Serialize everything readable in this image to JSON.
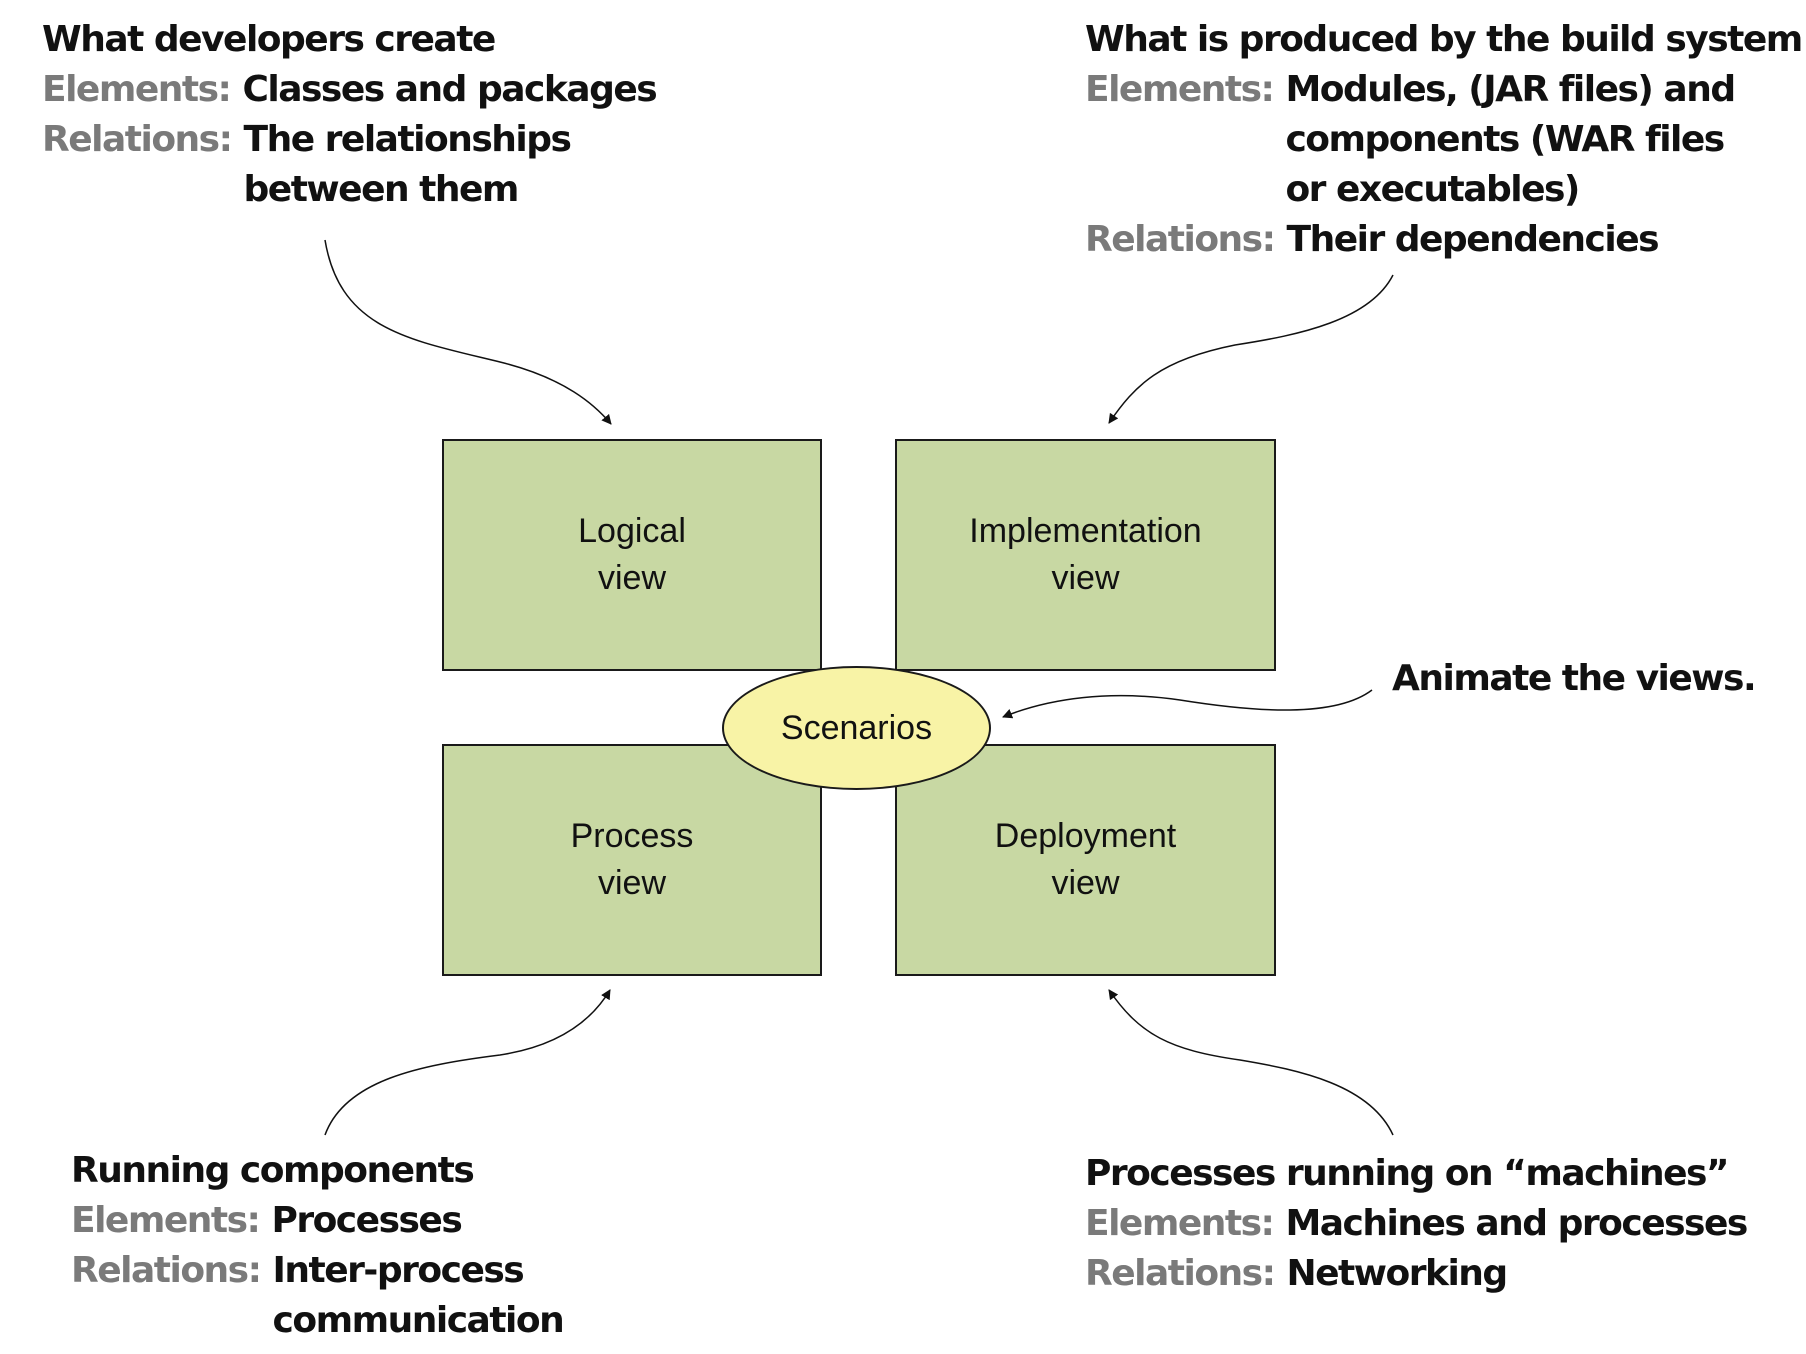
{
  "diagram": {
    "views": {
      "logical": [
        "Logical",
        "view"
      ],
      "implementation": [
        "Implementation",
        "view"
      ],
      "process": [
        "Process",
        "view"
      ],
      "deployment": [
        "Deployment",
        "view"
      ]
    },
    "scenarios": "Scenarios",
    "scenarios_note": "Animate the views.",
    "annotations": {
      "logical": {
        "heading": "What developers create",
        "elements_key": "Elements:",
        "elements": [
          "Classes and packages"
        ],
        "relations_key": "Relations:",
        "relations": [
          "The relationships",
          "between them"
        ]
      },
      "implementation": {
        "heading": "What is produced by the build system",
        "elements_key": "Elements:",
        "elements": [
          "Modules, (JAR files) and",
          "components (WAR files",
          "or executables)"
        ],
        "relations_key": "Relations:",
        "relations": [
          "Their dependencies"
        ]
      },
      "process": {
        "heading": "Running components",
        "elements_key": "Elements:",
        "elements": [
          "Processes"
        ],
        "relations_key": "Relations:",
        "relations": [
          "Inter-process",
          "communication"
        ]
      },
      "deployment": {
        "heading": "Processes running on “machines”",
        "elements_key": "Elements:",
        "elements": [
          "Machines and processes"
        ],
        "relations_key": "Relations:",
        "relations": [
          "Networking"
        ]
      }
    },
    "colors": {
      "view_fill": "#c8d8a3",
      "scenario_fill": "#f8f3a6",
      "key_text": "#7a7a7a",
      "text": "#111111"
    }
  }
}
